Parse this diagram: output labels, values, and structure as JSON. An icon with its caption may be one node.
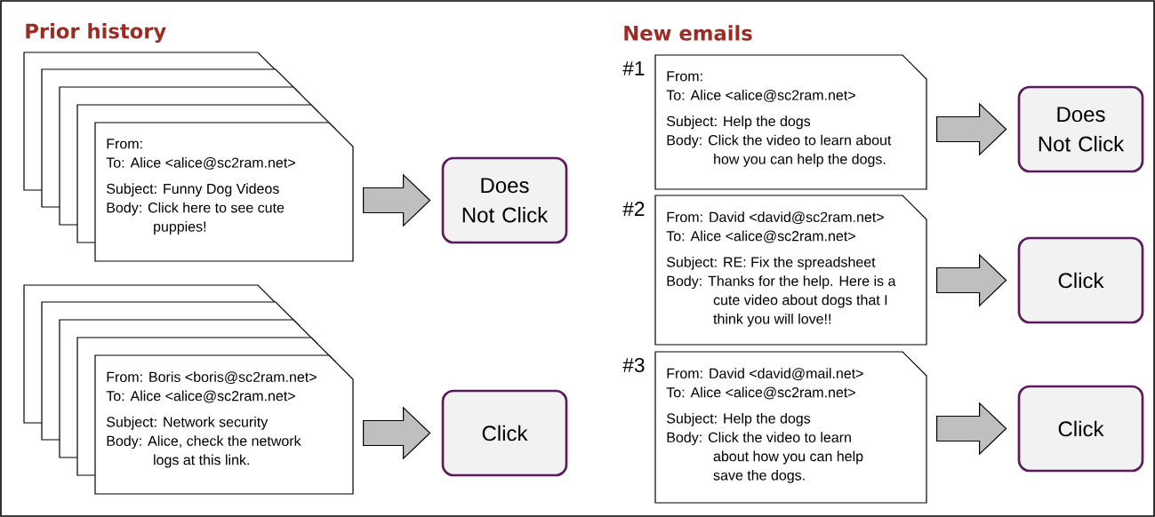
{
  "diagram": {
    "nodes": [
      {
        "text": [
          "From:",
          "To: Alice <alice@sc2ram.net>",
          "Subject: Funny Dog Videos",
          "Body: Click here to see cute puppies!"
        ]
      },
      {
        "text": [
          "Does Not Click"
        ]
      },
      {
        "text": [
          "From: Boris <boris@sc2ram.net>",
          "To: Alice <alice@sc2ram.net>",
          "Subject: Network security",
          "Body: Alice, check the network logs at this link."
        ]
      },
      {
        "text": [
          "Click"
        ]
      },
      {
        "text": [
          "From:",
          "To: Alice <alice@sc2ram.net>",
          "Subject: Help the dogs",
          "Body: Click the video to learn about how you can help the dogs."
        ],
        "beside": [
          "#1"
        ]
      },
      {
        "text": [
          "Does Not Click"
        ]
      },
      {
        "text": [
          "From: David <david@sc2ram.net>",
          "To: Alice <alice@sc2ram.net>",
          "Subject: RE: Fix the spreadsheet",
          "Body: Thanks for the help. Here is a cute video about dogs that I think you will love!!"
        ],
        "beside": [
          "#2"
        ]
      },
      {
        "text": [
          "Click"
        ]
      },
      {
        "text": [
          "From: David <david@mail.net>",
          "To: Alice <alice@sc2ram.net>",
          "Subject: Help the dogs",
          "Body: Click the video to learn about how you can help save the dogs."
        ],
        "beside": [
          "#3"
        ]
      },
      {
        "text": [
          "Click"
        ]
      }
    ],
    "edges": [
      {
        "from": 0,
        "to": 1,
        "arrow": "to"
      },
      {
        "from": 2,
        "to": 3,
        "arrow": "to"
      },
      {
        "from": 4,
        "to": 5,
        "arrow": "to"
      },
      {
        "from": 6,
        "to": 7,
        "arrow": "to"
      },
      {
        "from": 8,
        "to": 9,
        "arrow": "to"
      }
    ],
    "labels": [
      "Prior history",
      "New emails"
    ]
  }
}
